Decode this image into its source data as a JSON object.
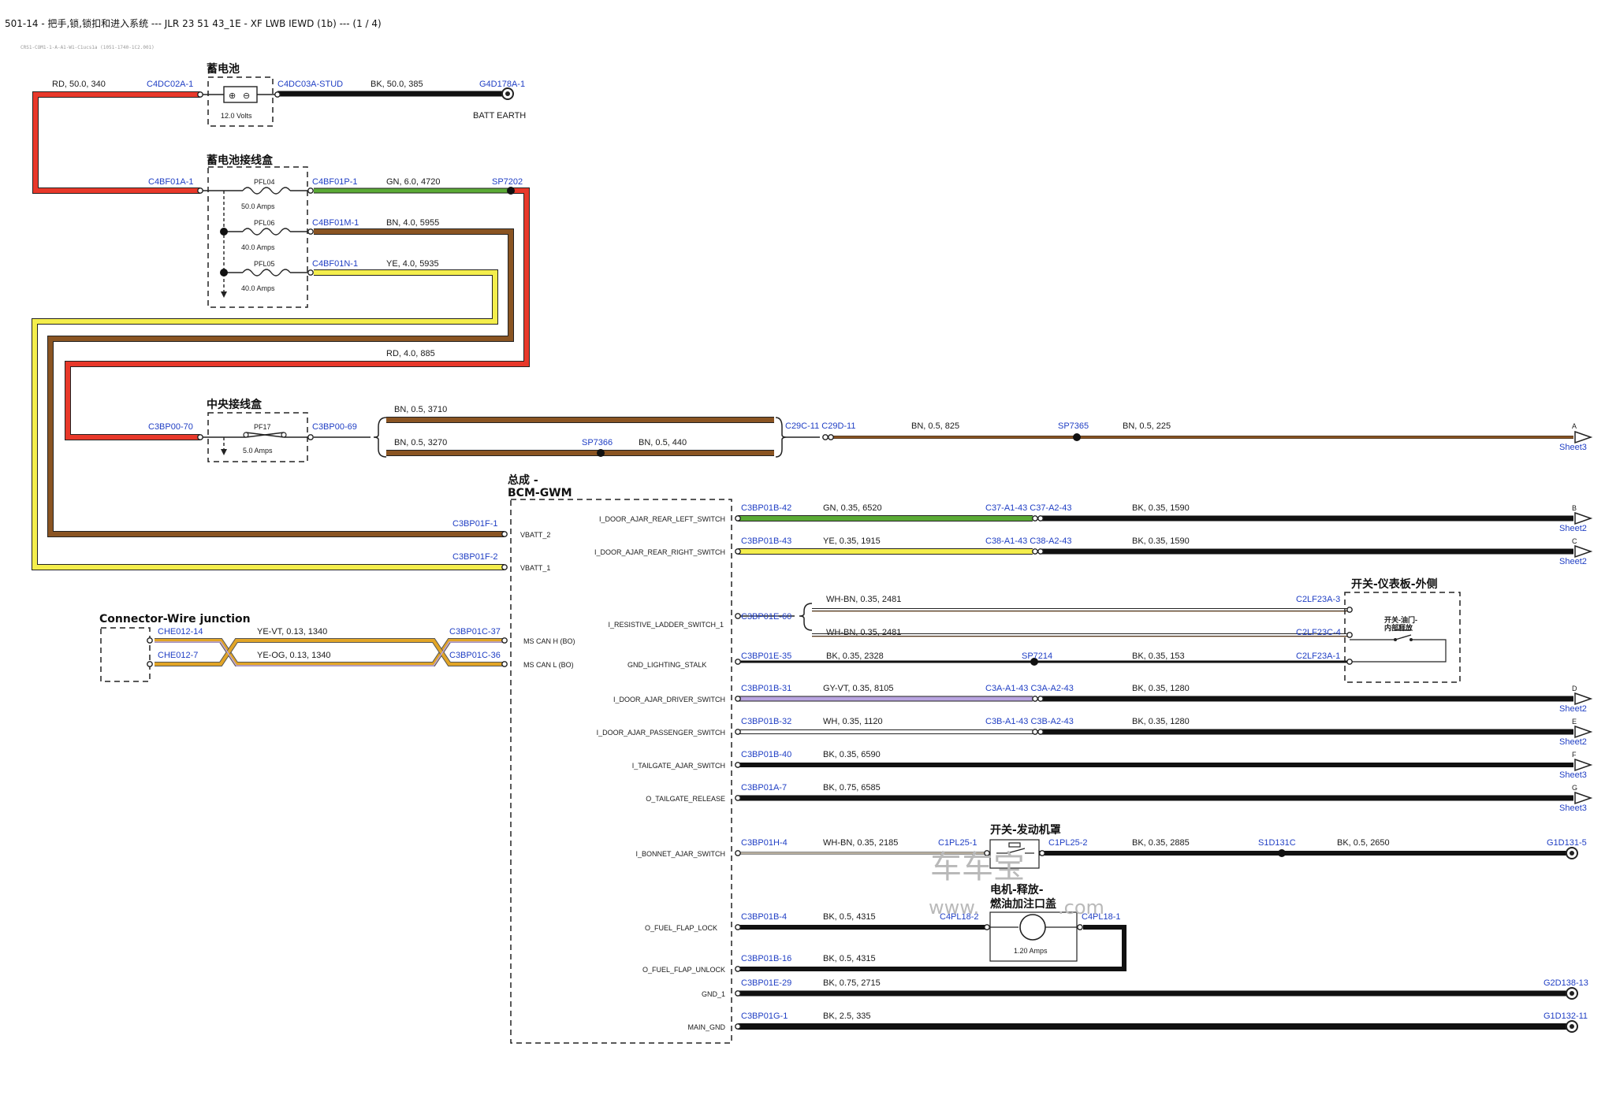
{
  "title": "501-14 - 把手,锁,锁扣和进入系统 --- JLR 23 51 43_1E - XF LWB IEWD (1b) --- (1 / 4)",
  "subtitle_small": "CRS1-COM1-1-A-A1-W1-C1ucs1a (1051-1740-1C2.001)",
  "watermark": {
    "cn": "车车宝",
    "url": "www.",
    "url2": ".com"
  },
  "colors": {
    "RD": "#e8382a",
    "BK": "#111111",
    "GN": "#5aaa35",
    "BN": "#8a5422",
    "YE": "#f4ee4c",
    "OG": "#e2a526",
    "VT": "#b8a4e0",
    "connector": "#1f3ec4"
  },
  "battery": {
    "title": "蓄电池",
    "volts": "12.0 Volts",
    "pin_left": "C4DC02A-1",
    "wire_left": "RD, 50.0, 340",
    "pin_right": "C4DC03A-STUD",
    "wire_right": "BK, 50.0, 385",
    "earth_pin": "G4D178A-1",
    "earth_label": "BATT EARTH"
  },
  "bjb": {
    "title": "蓄电池接线盒",
    "pin_in": "C4BF01A-1",
    "fuses": [
      {
        "id": "PFL04",
        "amps": "50.0 Amps",
        "pin": "C4BF01P-1",
        "wire": "GN, 6.0, 4720"
      },
      {
        "id": "PFL06",
        "amps": "40.0 Amps",
        "pin": "C4BF01M-1",
        "wire": "BN, 4.0, 5955"
      },
      {
        "id": "PFL05",
        "amps": "40.0 Amps",
        "pin": "C4BF01N-1",
        "wire": "YE, 4.0, 5935"
      }
    ],
    "splice": "SP7202",
    "rd_wire": "RD, 4.0, 885"
  },
  "cjb": {
    "title": "中央接线盒",
    "pin_in": "C3BP00-70",
    "fuse": {
      "id": "PF17",
      "amps": "5.0 Amps"
    },
    "pin_out": "C3BP00-69",
    "wire_top": "BN, 0.5, 3710",
    "wire_bot": "BN, 0.5, 3270",
    "splice_1": "SP7366",
    "wire_mid": "BN, 0.5, 440",
    "conn_pair": "C29C-11  C29D-11",
    "wire_825": "BN, 0.5, 825",
    "splice_2": "SP7365",
    "wire_225": "BN, 0.5, 225",
    "sheet_letter": "A",
    "sheet": "Sheet3"
  },
  "bcm": {
    "title1": "总成 -",
    "title2": "BCM-GWM",
    "vbatt2": "VBATT_2",
    "vbatt1": "VBATT_1",
    "pin_vb2": "C3BP01F-1",
    "pin_vb1": "C3BP01F-2",
    "can_h": "MS CAN H (BO)",
    "can_l": "MS CAN L (BO)",
    "gnd_light": "GND_LIGHTING_STALK"
  },
  "jct": {
    "title": "Connector-Wire junction",
    "pin_a": "CHE012-14",
    "wire_a": "YE-VT, 0.13, 1340",
    "pin_b": "CHE012-7",
    "wire_b": "YE-OG, 0.13, 1340",
    "pin_c": "C3BP01C-37",
    "pin_d": "C3BP01C-36"
  },
  "rows": [
    {
      "sig": "I_DOOR_AJAR_REAR_LEFT_SWITCH",
      "pin": "C3BP01B-42",
      "wire": "GN, 0.35, 6520",
      "mid": "C37-A1-43  C37-A2-43",
      "wire2": "BK, 0.35, 1590",
      "letter": "B",
      "sheet": "Sheet2"
    },
    {
      "sig": "I_DOOR_AJAR_REAR_RIGHT_SWITCH",
      "pin": "C3BP01B-43",
      "wire": "YE, 0.35, 1915",
      "mid": "C38-A1-43  C38-A2-43",
      "wire2": "BK, 0.35, 1590",
      "letter": "C",
      "sheet": "Sheet2"
    },
    {
      "sig": "I_DOOR_AJAR_DRIVER_SWITCH",
      "pin": "C3BP01B-31",
      "wire": "GY-VT, 0.35, 8105",
      "mid": "C3A-A1-43  C3A-A2-43",
      "wire2": "BK, 0.35, 1280",
      "letter": "D",
      "sheet": "Sheet2"
    },
    {
      "sig": "I_DOOR_AJAR_PASSENGER_SWITCH",
      "pin": "C3BP01B-32",
      "wire": "WH, 0.35, 1120",
      "mid": "C3B-A1-43  C3B-A2-43",
      "wire2": "BK, 0.35, 1280",
      "letter": "E",
      "sheet": "Sheet2"
    },
    {
      "sig": "I_TAILGATE_AJAR_SWITCH",
      "pin": "C3BP01B-40",
      "wire": "BK, 0.35, 6590",
      "letter": "F",
      "sheet": "Sheet3"
    },
    {
      "sig": "O_TAILGATE_RELEASE",
      "pin": "C3BP01A-7",
      "wire": "BK, 0.75, 6585",
      "letter": "G",
      "sheet": "Sheet3"
    }
  ],
  "ladder": {
    "sig": "I_RESISTIVE_LADDER_SWITCH_1",
    "pin": "C3BP01E-60",
    "wire_a": "WH-BN, 0.35, 2481",
    "wire_b": "WH-BN, 0.35, 2481",
    "pin_a": "C2LF23A-3",
    "pin_b": "C2LF23C-4",
    "gnd_pin": "C3BP01E-35",
    "gnd_wire": "BK, 0.35, 2328",
    "splice": "SP7214",
    "gnd_wire2": "BK, 0.35, 153",
    "pin_c": "C2LF23A-1",
    "switch_title": "开关-仪表板-外侧",
    "switch_inner1": "开关-油门-",
    "switch_inner2": "内部释放"
  },
  "bonnet": {
    "sig": "I_BONNET_AJAR_SWITCH",
    "pin": "C3BP01H-4",
    "wire": "WH-BN, 0.35, 2185",
    "pin2": "C1PL25-1",
    "switch_title": "开关-发动机罩",
    "pin3": "C1PL25-2",
    "wire2": "BK, 0.35, 2885",
    "splice": "S1D131C",
    "wire3": "BK, 0.5, 2650",
    "ground": "G1D131-5"
  },
  "fuel": {
    "title1": "电机-释放-",
    "title2": "燃油加注口盖",
    "lock_sig": "O_FUEL_FLAP_LOCK",
    "lock_pin": "C3BP01B-4",
    "lock_wire": "BK, 0.5, 4315",
    "motor_pin_l": "C4PL18-2",
    "motor_pin_r": "C4PL18-1",
    "amps": "1.20 Amps",
    "unlock_sig": "O_FUEL_FLAP_UNLOCK",
    "unlock_pin": "C3BP01B-16",
    "unlock_wire": "BK, 0.5, 4315"
  },
  "gnds": [
    {
      "sig": "GND_1",
      "pin": "C3BP01E-29",
      "wire": "BK, 0.75, 2715",
      "ground": "G2D138-13"
    },
    {
      "sig": "MAIN_GND",
      "pin": "C3BP01G-1",
      "wire": "BK, 2.5, 335",
      "ground": "G1D132-11"
    }
  ]
}
